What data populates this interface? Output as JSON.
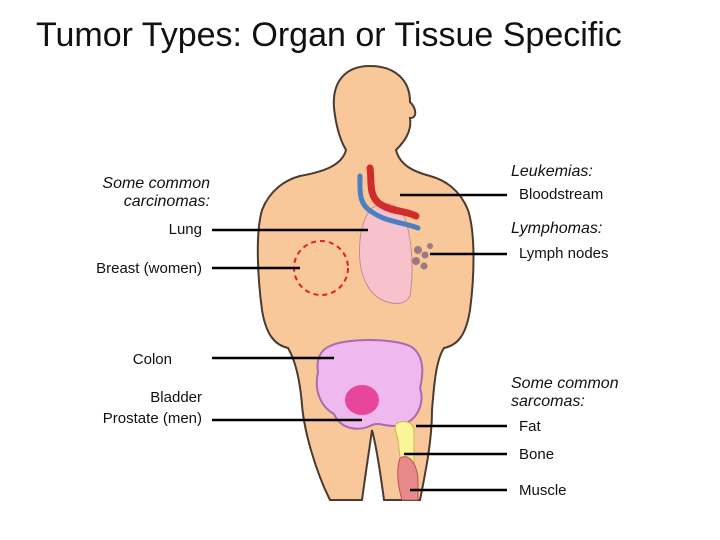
{
  "title": "Tumor Types: Organ or Tissue Specific",
  "left_column": {
    "carcinomas_heading_line1": "Some common",
    "carcinomas_heading_line2": "carcinomas:",
    "lung": "Lung",
    "breast": "Breast (women)",
    "colon": "Colon",
    "bladder": "Bladder",
    "prostate": "Prostate (men)"
  },
  "right_column": {
    "leukemias_heading": "Leukemias:",
    "bloodstream": "Bloodstream",
    "lymphomas_heading": "Lymphomas:",
    "lymph_nodes": "Lymph nodes",
    "sarcomas_heading_line1": "Some common",
    "sarcomas_heading_line2": "sarcomas:",
    "fat": "Fat",
    "bone": "Bone",
    "muscle": "Muscle"
  },
  "colors": {
    "skin": "#f8c89a",
    "skin_outline": "#4a3a30",
    "lung": "#f7c2cc",
    "intestine": "#efb8ef",
    "bladder": "#e8469a",
    "artery": "#d22b2b",
    "vein": "#4a7fc1",
    "breast_circle": "#e02020",
    "lymph_node": "#9a7a80",
    "bone": "#fbf59a",
    "muscle": "#e88a8a",
    "leader_line": "#000000"
  }
}
